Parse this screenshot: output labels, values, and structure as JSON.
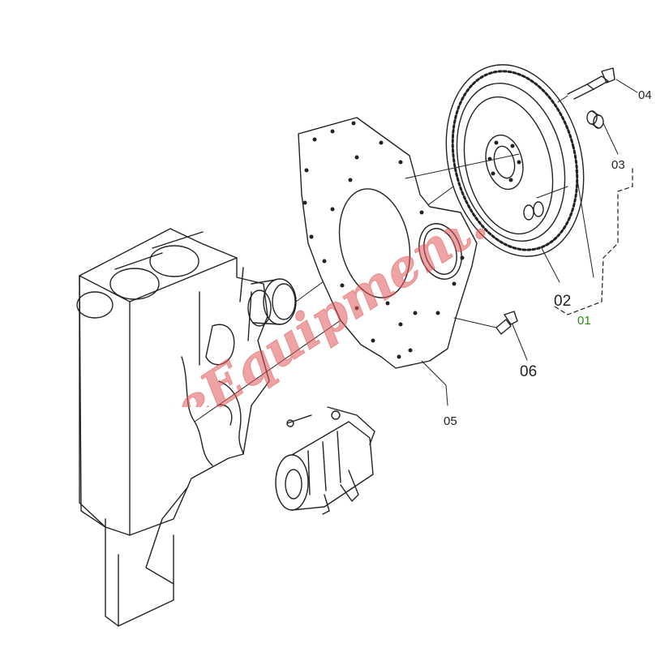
{
  "diagram": {
    "labels": {
      "part_01": "01",
      "part_02": "02",
      "part_03": "03",
      "part_04": "04",
      "part_05": "05",
      "part_06": "06"
    },
    "watermark": {
      "text": "ValueEquipment.com",
      "color": "#e05a5a"
    },
    "colors": {
      "line": "#222222",
      "label_01": "#2a8a1a",
      "background": "#ffffff"
    }
  }
}
